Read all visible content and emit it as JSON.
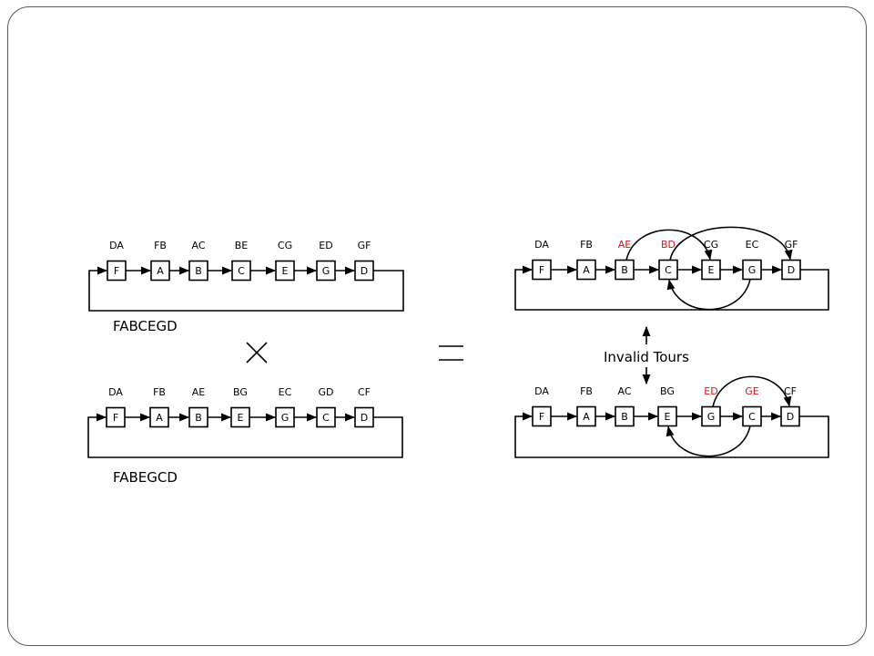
{
  "colors": {
    "normal": "#000000",
    "highlight": "#dd1111"
  },
  "rows": [
    {
      "id": "p1",
      "nodes": [
        "F",
        "A",
        "B",
        "C",
        "E",
        "G",
        "D"
      ],
      "edges": [
        {
          "label": "DA",
          "hl": false
        },
        {
          "label": "FB",
          "hl": false
        },
        {
          "label": "AC",
          "hl": false
        },
        {
          "label": "BE",
          "hl": false
        },
        {
          "label": "CG",
          "hl": false
        },
        {
          "label": "ED",
          "hl": false
        },
        {
          "label": "GF",
          "hl": false
        }
      ],
      "tour_label": "FABCEGD",
      "arcs": []
    },
    {
      "id": "p2",
      "nodes": [
        "F",
        "A",
        "B",
        "E",
        "G",
        "C",
        "D"
      ],
      "edges": [
        {
          "label": "DA",
          "hl": false
        },
        {
          "label": "FB",
          "hl": false
        },
        {
          "label": "AE",
          "hl": false
        },
        {
          "label": "BG",
          "hl": false
        },
        {
          "label": "EC",
          "hl": false
        },
        {
          "label": "GD",
          "hl": false
        },
        {
          "label": "CF",
          "hl": false
        }
      ],
      "tour_label": "FABEGCD",
      "arcs": []
    },
    {
      "id": "c1",
      "nodes": [
        "F",
        "A",
        "B",
        "C",
        "E",
        "G",
        "D"
      ],
      "edges": [
        {
          "label": "DA",
          "hl": false
        },
        {
          "label": "FB",
          "hl": false
        },
        {
          "label": "AE",
          "hl": true
        },
        {
          "label": "BD",
          "hl": true
        },
        {
          "label": "CG",
          "hl": false
        },
        {
          "label": "EC",
          "hl": false
        },
        {
          "label": "GF",
          "hl": false
        }
      ],
      "tour_label": "",
      "arcs": [
        {
          "from": 2,
          "to": 4,
          "side": "top"
        },
        {
          "from": 3,
          "to": 6,
          "side": "top"
        },
        {
          "from": 5,
          "to": 3,
          "side": "bottom"
        }
      ]
    },
    {
      "id": "c2",
      "nodes": [
        "F",
        "A",
        "B",
        "E",
        "G",
        "C",
        "D"
      ],
      "edges": [
        {
          "label": "DA",
          "hl": false
        },
        {
          "label": "FB",
          "hl": false
        },
        {
          "label": "AC",
          "hl": false
        },
        {
          "label": "BG",
          "hl": false
        },
        {
          "label": "ED",
          "hl": true
        },
        {
          "label": "GE",
          "hl": true
        },
        {
          "label": "CF",
          "hl": false
        }
      ],
      "tour_label": "",
      "arcs": [
        {
          "from": 4,
          "to": 6,
          "side": "top"
        },
        {
          "from": 5,
          "to": 3,
          "side": "bottom"
        }
      ]
    }
  ],
  "operators": {
    "cross": "×",
    "equals": "="
  },
  "invalid_label": "Invalid Tours"
}
